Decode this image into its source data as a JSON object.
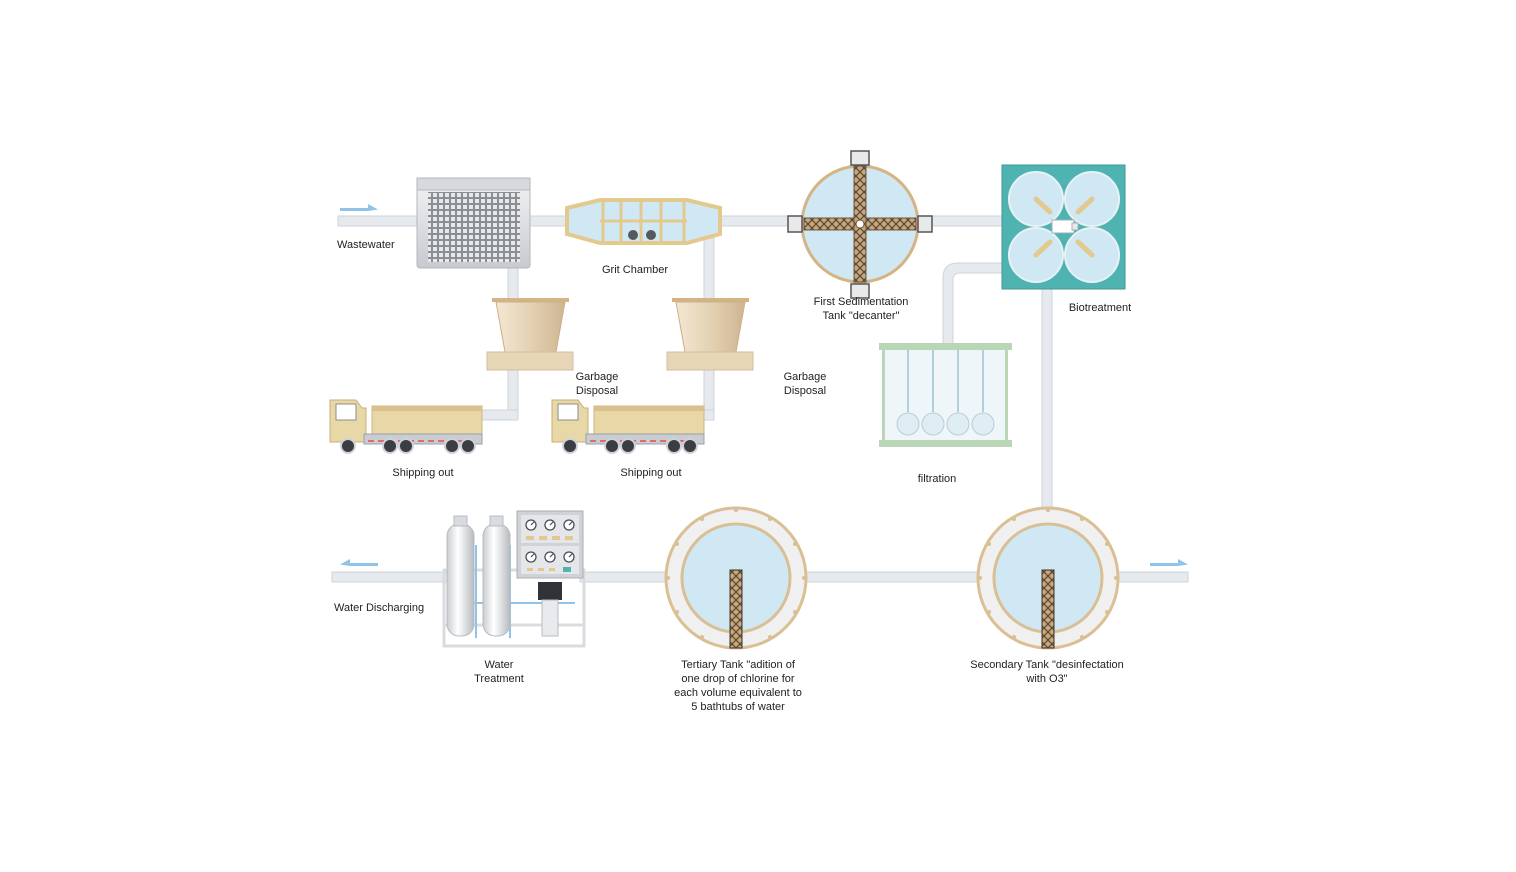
{
  "colors": {
    "pipe": "#e6e9ed",
    "pipe_edge": "#cfd4da",
    "arrow": "#8fc3e8",
    "water": "#cfe8f3",
    "tan": "#e3cfa7",
    "tan_dark": "#d4b484",
    "truck": "#e8d8a8",
    "biotreat": "#4fb3b1",
    "filter_frame": "#b9d6b7",
    "steel": "#d8dce0"
  },
  "labels": {
    "wastewater": "Wastewater",
    "grit_chamber": "Grit Chamber",
    "first_sedimentation": "First Sedimentation\nTank \"decanter\"",
    "biotreatment": "Biotreatment",
    "garbage_disposal_1": "Garbage\nDisposal",
    "garbage_disposal_2": "Garbage\nDisposal",
    "shipping_out_1": "Shipping out",
    "shipping_out_2": "Shipping out",
    "filtration": "filtration",
    "water_discharging": "Water Discharging",
    "water_treatment": "Water\nTreatment",
    "tertiary_tank": "Tertiary  Tank \"adition of\none drop of chlorine for\neach volume equivalent to\n5 bathtubs of water",
    "secondary_tank": "Secondary  Tank \"desinfectation\nwith O3\""
  }
}
